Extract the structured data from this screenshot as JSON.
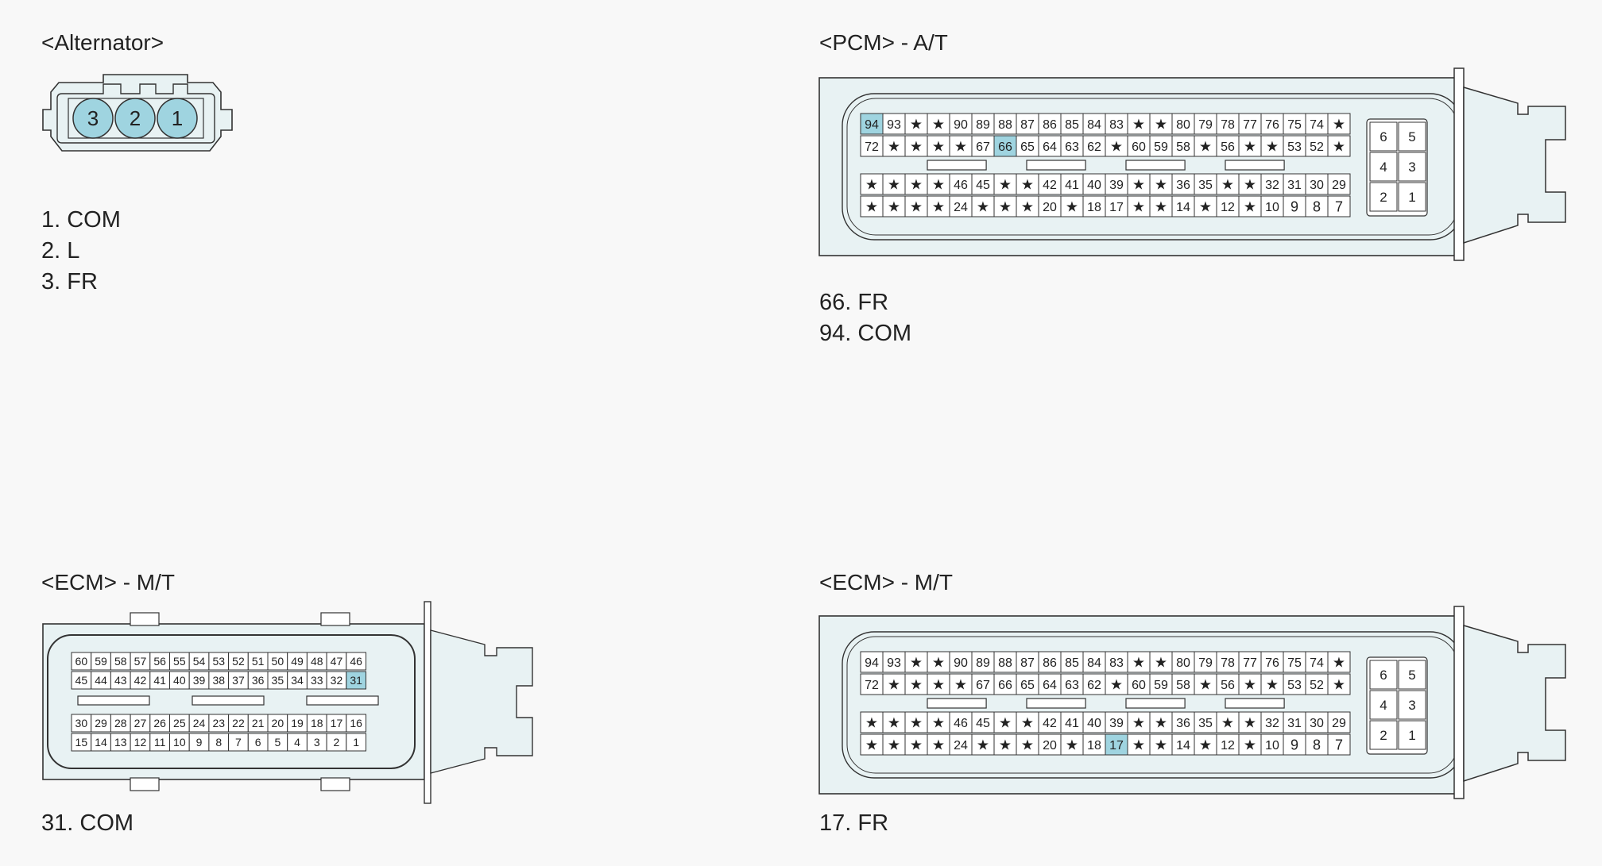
{
  "colors": {
    "highlight": "#9fd4e0",
    "housing": "#e8f2f3",
    "line": "#333333",
    "background": "#f8f8f8"
  },
  "alternator": {
    "title": "<Alternator>",
    "pins": [
      "3",
      "2",
      "1"
    ],
    "labels": [
      "1. COM",
      "2. L",
      "3. FR"
    ]
  },
  "pcm_at": {
    "title": "<PCM> - A/T",
    "highlighted": [
      "94",
      "66"
    ],
    "labels": [
      "66. FR",
      "94. COM"
    ]
  },
  "ecm_mt_small": {
    "title": "<ECM> - M/T",
    "highlighted": [
      "31"
    ],
    "labels": [
      "31. COM"
    ],
    "rows": [
      [
        "60",
        "59",
        "58",
        "57",
        "56",
        "55",
        "54",
        "53",
        "52",
        "51",
        "50",
        "49",
        "48",
        "47",
        "46"
      ],
      [
        "45",
        "44",
        "43",
        "42",
        "41",
        "40",
        "39",
        "38",
        "37",
        "36",
        "35",
        "34",
        "33",
        "32",
        "31"
      ],
      [
        "30",
        "29",
        "28",
        "27",
        "26",
        "25",
        "24",
        "23",
        "22",
        "21",
        "20",
        "19",
        "18",
        "17",
        "16"
      ],
      [
        "15",
        "14",
        "13",
        "12",
        "11",
        "10",
        "9",
        "8",
        "7",
        "6",
        "5",
        "4",
        "3",
        "2",
        "1"
      ]
    ]
  },
  "ecm_mt_large": {
    "title": "<ECM> - M/T",
    "highlighted": [
      "17"
    ],
    "labels": [
      "17. FR"
    ]
  },
  "big_connector": {
    "rows": [
      [
        "94",
        "93",
        "★",
        "★",
        "90",
        "89",
        "88",
        "87",
        "86",
        "85",
        "84",
        "83",
        "★",
        "★",
        "80",
        "79",
        "78",
        "77",
        "76",
        "75",
        "74",
        "★"
      ],
      [
        "72",
        "★",
        "★",
        "★",
        "★",
        "67",
        "66",
        "65",
        "64",
        "63",
        "62",
        "★",
        "60",
        "59",
        "58",
        "★",
        "56",
        "★",
        "★",
        "53",
        "52",
        "★"
      ],
      [
        "★",
        "★",
        "★",
        "★",
        "46",
        "45",
        "★",
        "★",
        "42",
        "41",
        "40",
        "39",
        "★",
        "★",
        "36",
        "35",
        "★",
        "★",
        "32",
        "31",
        "30",
        "29"
      ],
      [
        "★",
        "★",
        "★",
        "★",
        "24",
        "★",
        "★",
        "★",
        "20",
        "★",
        "18",
        "17",
        "★",
        "★",
        "14",
        "★",
        "12",
        "★",
        "10",
        "9",
        "8",
        "7"
      ]
    ],
    "side": [
      [
        "6",
        "5"
      ],
      [
        "4",
        "3"
      ],
      [
        "2",
        "1"
      ]
    ]
  }
}
